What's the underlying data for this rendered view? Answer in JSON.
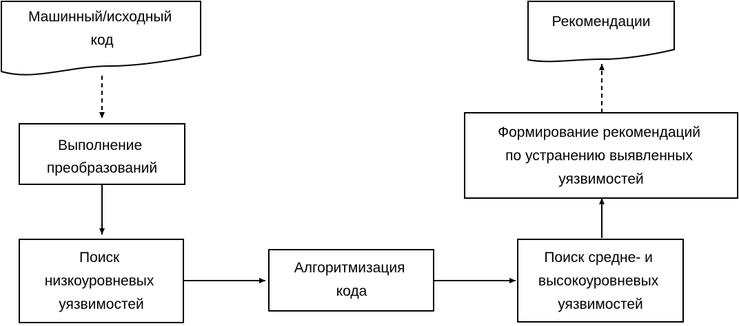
{
  "nodes": {
    "source_code": {
      "lines": [
        "Машинный/исходный",
        "код"
      ]
    },
    "transform": {
      "lines": [
        "Выполнение",
        "преобразований"
      ]
    },
    "low_level": {
      "lines": [
        "Поиск",
        "низкоуровневых",
        "уязвимостей"
      ]
    },
    "algorithmization": {
      "lines": [
        "Алгоритмизация",
        "кода"
      ]
    },
    "mid_high": {
      "lines": [
        "Поиск средне- и",
        "высокоуровневых",
        "уязвимостей"
      ]
    },
    "forming": {
      "lines": [
        "Формирование рекомендаций",
        "по устранению выявленных",
        "уязвимостей"
      ]
    },
    "recommendations": {
      "lines": [
        "Рекомендации"
      ]
    }
  },
  "edges": [
    {
      "from": "source_code",
      "to": "transform",
      "style": "dashed"
    },
    {
      "from": "transform",
      "to": "low_level",
      "style": "solid"
    },
    {
      "from": "low_level",
      "to": "algorithmization",
      "style": "solid"
    },
    {
      "from": "algorithmization",
      "to": "mid_high",
      "style": "solid"
    },
    {
      "from": "mid_high",
      "to": "forming",
      "style": "solid"
    },
    {
      "from": "forming",
      "to": "recommendations",
      "style": "dashed"
    }
  ]
}
